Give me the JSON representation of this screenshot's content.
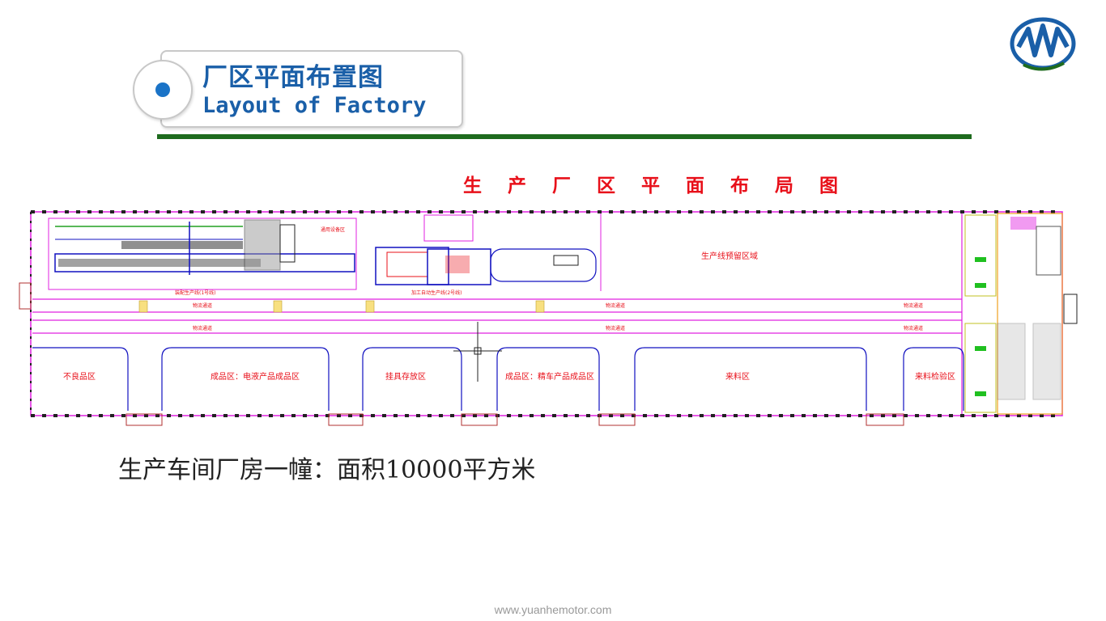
{
  "header": {
    "title_zh": "厂区平面布置图",
    "title_en": "Layout of Factory"
  },
  "plan": {
    "title": "生 产 厂 区 平 面 布 局 图",
    "zones_bottom": [
      "不良品区",
      "成品区：电液产品成品区",
      "挂具存放区",
      "成品区：精车产品成品区",
      "来料区",
      "来料检验区"
    ],
    "zone_preassembly": "生产线预留区域",
    "channels": [
      "物流通道",
      "物流通道",
      "物流通道",
      "物流通道",
      "物流通道",
      "物流通道"
    ]
  },
  "caption": "生产车间厂房一幢：面积10000平方米",
  "footer": {
    "url": "www.yuanhemotor.com"
  },
  "colors": {
    "title_blue": "#1a5fa8",
    "rule_green": "#1e6b1e",
    "plan_title_red": "#e8101a",
    "wall_magenta": "#e020e0",
    "line_blue": "#1010c0"
  }
}
